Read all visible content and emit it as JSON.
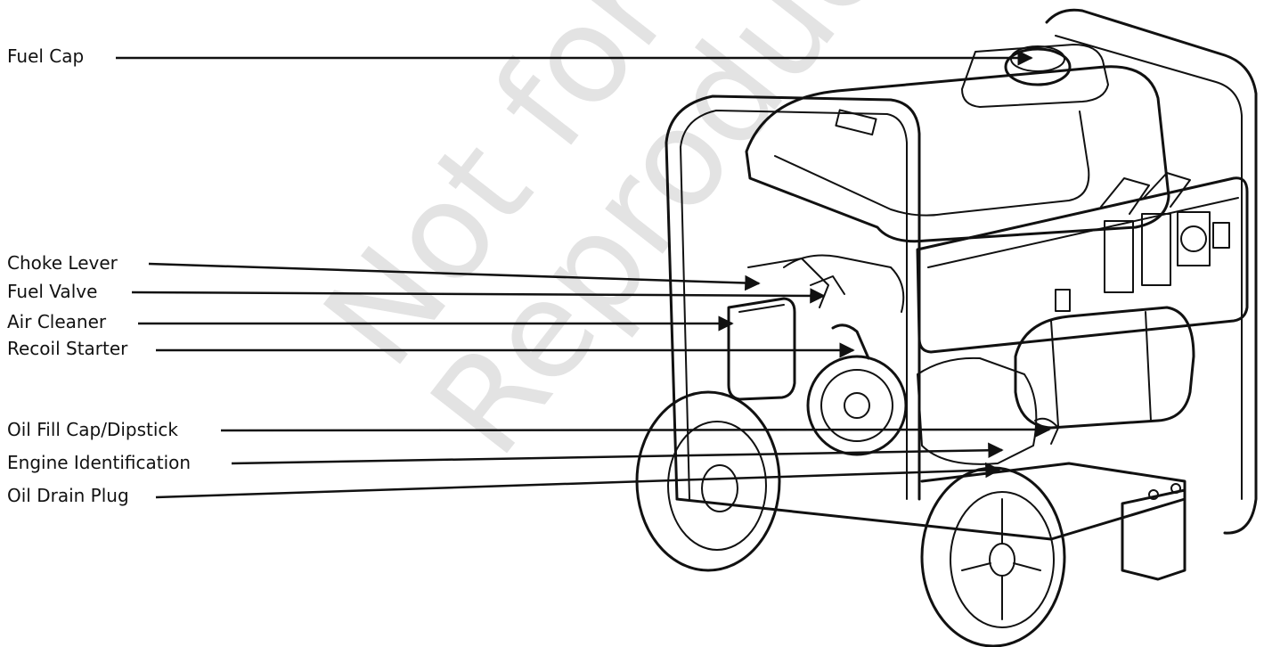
{
  "callouts": [
    {
      "id": "fuel-cap",
      "label": "Fuel Cap"
    },
    {
      "id": "choke-lever",
      "label": "Choke Lever"
    },
    {
      "id": "fuel-valve",
      "label": "Fuel Valve"
    },
    {
      "id": "air-cleaner",
      "label": "Air Cleaner"
    },
    {
      "id": "recoil-starter",
      "label": "Recoil Starter"
    },
    {
      "id": "oil-fill-cap-dipstick",
      "label": "Oil Fill Cap/Dipstick"
    },
    {
      "id": "engine-identification",
      "label": "Engine Identification"
    },
    {
      "id": "oil-drain-plug",
      "label": "Oil Drain Plug"
    }
  ],
  "watermark": {
    "line1": "Not for",
    "line2": "Reproduction"
  },
  "colors": {
    "ink": "#111111",
    "watermark": "#e3e3e3",
    "background": "#ffffff"
  }
}
